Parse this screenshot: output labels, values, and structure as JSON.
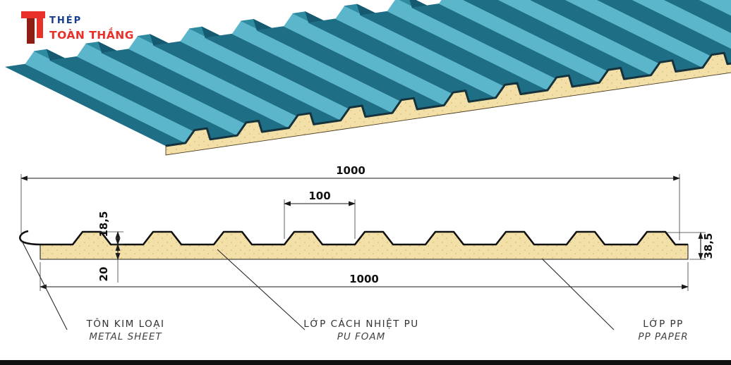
{
  "logo": {
    "line1": "THÉP",
    "line2": "TOÀN THẮNG"
  },
  "dims": {
    "top_width": "1000",
    "rib_pitch": "100",
    "rib_height": "18,5",
    "foam_thickness": "20",
    "total_thickness": "38,5",
    "bottom_width": "1000"
  },
  "labels": {
    "metal_vi": "TÔN KIM LOẠI",
    "metal_en": "METAL SHEET",
    "foam_vi": "LỚP CÁCH NHIỆT PU",
    "foam_en": "PU FOAM",
    "pp_vi": "LỚP PP",
    "pp_en": "PP PAPER"
  },
  "colors": {
    "panel_valley": "#1e6f86",
    "panel_light": "#5cb6cb",
    "panel_top": "#2e8aa0",
    "panel_dark": "#155a70",
    "metal_edge": "#16323c",
    "foam": "#f3e0a8",
    "foam_dot": "#d9bc72",
    "logo_red": "#e8312a",
    "logo_dark_red": "#8f1d14",
    "logo_blue": "#173e8e",
    "line": "#1a1a1a"
  }
}
